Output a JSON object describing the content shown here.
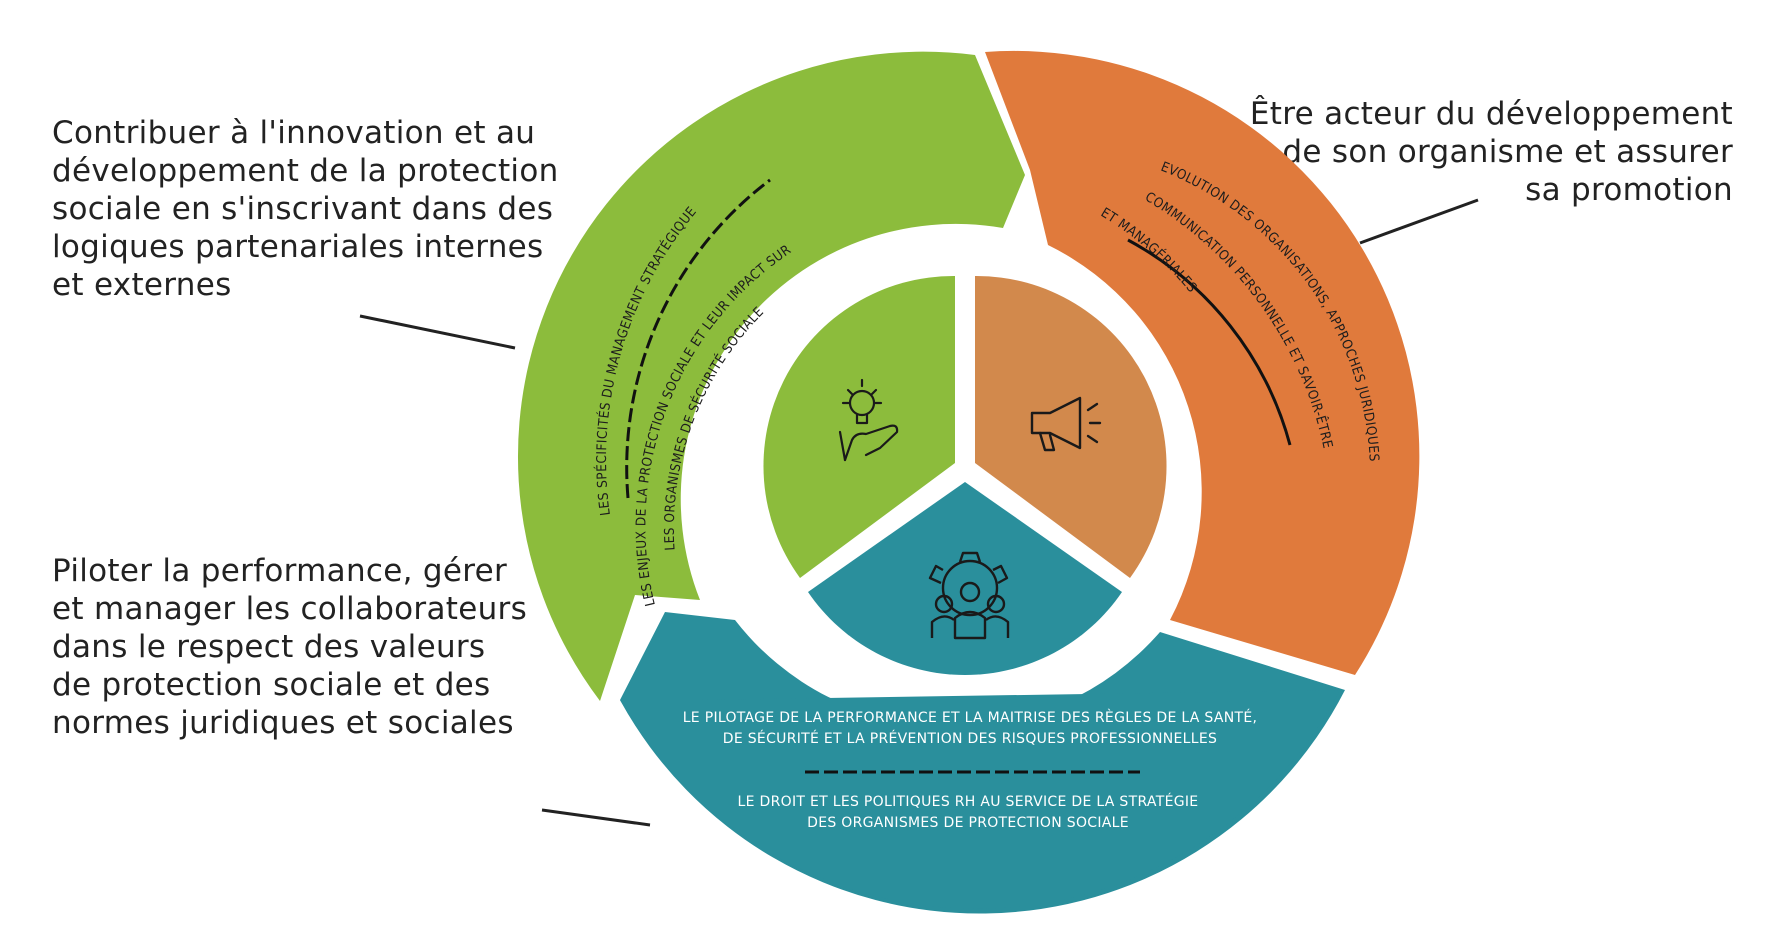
{
  "callouts": {
    "innovation": {
      "lines": [
        "Contribuer à l'innovation et au",
        "développement de la protection",
        "sociale en s'inscrivant dans des",
        "logiques partenariales internes",
        "et externes"
      ]
    },
    "development": {
      "lines": [
        "Être acteur du développement",
        "de son organisme et assurer",
        "sa promotion"
      ]
    },
    "performance": {
      "lines": [
        "Piloter la performance, gérer",
        "et manager les collaborateurs",
        "dans le respect des valeurs",
        "de protection sociale et des",
        "normes juridiques et sociales"
      ]
    }
  },
  "segments": {
    "green": {
      "color": "#8cbc3c",
      "icon": "lightbulb-hand-icon",
      "label_1": "LES SPÉCIFICITÉS DU MANAGEMENT STRATÉGIQUE",
      "label_2a": "LES ENJEUX DE LA PROTECTION SOCIALE ET LEUR IMPACT SUR",
      "label_2b": "LES ORGANISMES DE SÉCURITÉ SOCIALE"
    },
    "orange": {
      "color": "#e07a3c",
      "icon": "megaphone-icon",
      "label_1": "COMMUNICATION PERSONNELLE ET SAVOIR-ÊTRE",
      "label_2a": "EVOLUTION DES ORGANISATIONS, APPROCHES JURIDIQUES",
      "label_2b": "ET MANAGÉRIALES"
    },
    "teal": {
      "color": "#2a8f9c",
      "icon": "team-gear-icon",
      "label_1a": "LE PILOTAGE DE LA PERFORMANCE ET LA MAITRISE DES RÈGLES DE LA SANTÉ,",
      "label_1b": "DE SÉCURITÉ ET LA PRÉVENTION DES RISQUES PROFESSIONNELLES",
      "label_2a": "LE DROIT ET LES POLITIQUES RH AU SERVICE DE LA STRATÉGIE",
      "label_2b": "DES ORGANISMES DE PROTECTION SOCIALE"
    }
  },
  "inner_colors": {
    "green": "#8cbc3c",
    "orange": "#d2894c",
    "teal": "#2a8f9c"
  }
}
